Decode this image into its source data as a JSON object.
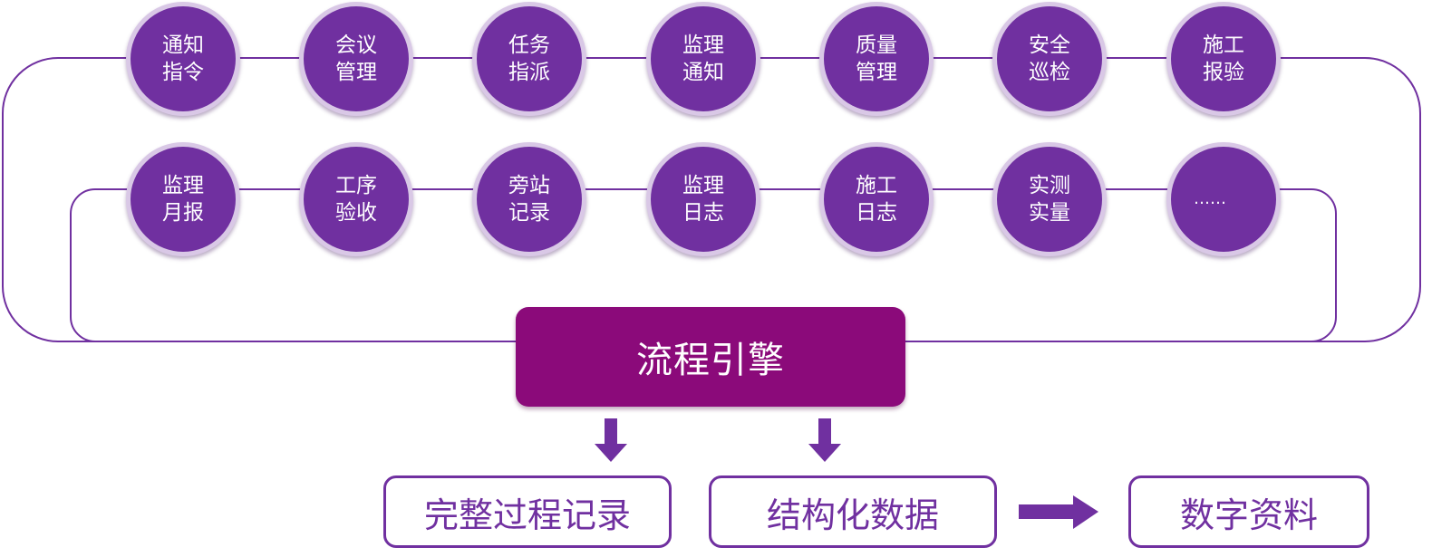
{
  "flow_nodes_row1": [
    {
      "line1": "通知",
      "line2": "指令"
    },
    {
      "line1": "会议",
      "line2": "管理"
    },
    {
      "line1": "任务",
      "line2": "指派"
    },
    {
      "line1": "监理",
      "line2": "通知"
    },
    {
      "line1": "质量",
      "line2": "管理"
    },
    {
      "line1": "安全",
      "line2": "巡检"
    },
    {
      "line1": "施工",
      "line2": "报验"
    }
  ],
  "flow_nodes_row2": [
    {
      "line1": "监理",
      "line2": "月报"
    },
    {
      "line1": "工序",
      "line2": "验收"
    },
    {
      "line1": "旁站",
      "line2": "记录"
    },
    {
      "line1": "监理",
      "line2": "日志"
    },
    {
      "line1": "施工",
      "line2": "日志"
    },
    {
      "line1": "实测",
      "line2": "实量"
    },
    {
      "line1": "……",
      "line2": ""
    }
  ],
  "engine": {
    "label": "流程引擎"
  },
  "outputs": {
    "complete_record": "完整过程记录",
    "structured_data": "结构化数据",
    "digital_material": "数字资料"
  },
  "colors": {
    "node_fill": "#7030a0",
    "node_ring": "#d9c8e6",
    "engine_fill": "#8b0a7a",
    "outline": "#7030a0"
  }
}
